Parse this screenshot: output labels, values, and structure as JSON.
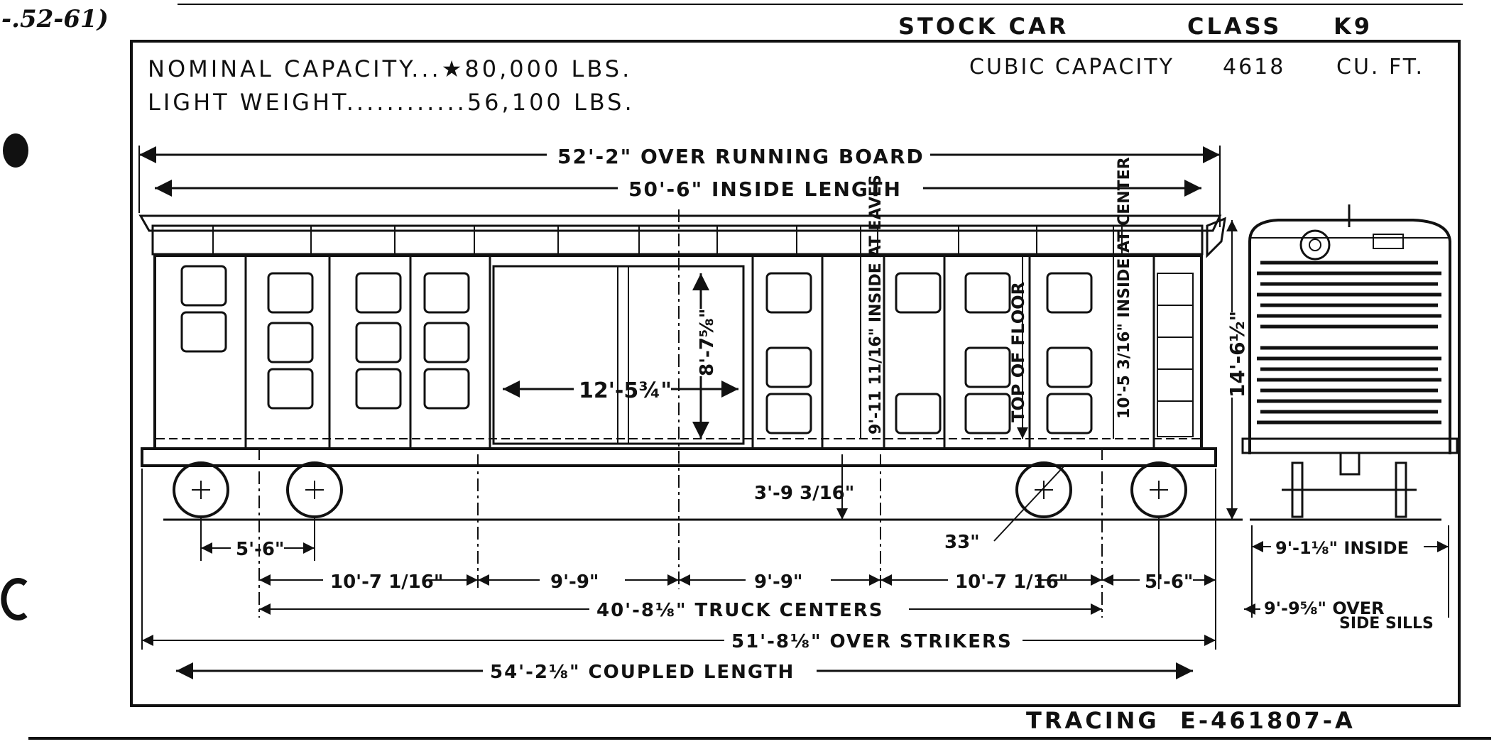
{
  "header": {
    "corner_note": "-.52-61)",
    "car_type": "STOCK CAR",
    "class_label": "CLASS",
    "class_value": "K9"
  },
  "specs": {
    "nominal_capacity": "NOMINAL  CAPACITY...★80,000 LBS.",
    "light_weight": "LIGHT WEIGHT............56,100 LBS.",
    "cubic_capacity_label": "CUBIC CAPACITY",
    "cubic_capacity_value": "4618",
    "cubic_capacity_unit": "CU. FT."
  },
  "dimensions": {
    "over_running_board": "52'-2\"  OVER RUNNING BOARD",
    "inside_length": "50'-6\"   INSIDE LENGTH",
    "door_width": "12'-5¾\"",
    "door_height": "8'-7⅝\"",
    "inside_at_eaves": "9'-11 11/16\" INSIDE AT EAVES",
    "top_of_floor": "TOP OF FLOOR",
    "inside_at_center": "10'-5 3/16\" INSIDE AT CENTER",
    "overall_height": "14'-6½\"",
    "floor_height": "3'-9 3/16\"",
    "wheel_dia": "33\"",
    "wheelbase_left": "5'-6\"",
    "seg1": "10'-7 1/16\"",
    "seg2": "9'-9\"",
    "seg3": "9'-9\"",
    "seg4": "10'-7 1/16\"",
    "wheelbase_right": "5'-6\"",
    "truck_centers": "40'-8⅛\"   TRUCK   CENTERS",
    "over_strikers": "51'-8⅛\"   OVER   STRIKERS",
    "coupled_length": "54'-2⅛\"  COUPLED  LENGTH",
    "end_inside": "9'-1⅛\"  INSIDE",
    "end_over": "9'-9⅝\"  OVER",
    "end_side_sills": "SIDE SILLS"
  },
  "footer": {
    "tracing_label": "TRACING",
    "tracing_number": "E-461807-A"
  }
}
